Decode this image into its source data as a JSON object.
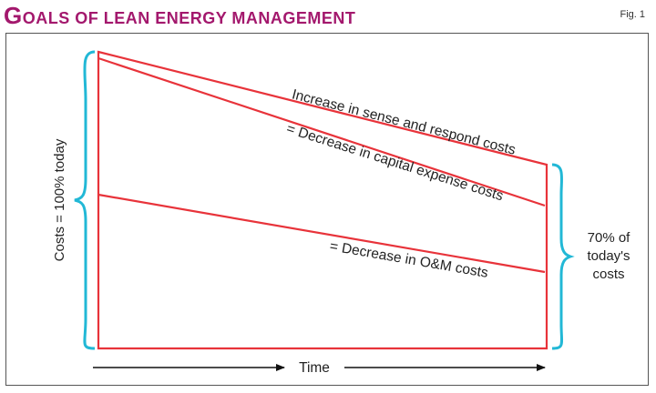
{
  "title": {
    "first_letter": "G",
    "rest": "OALS OF LEAN ENERGY MANAGEMENT"
  },
  "figure_label": "Fig. 1",
  "diagram": {
    "y_axis_label": "Costs = 100% today",
    "right_label_lines": [
      "70% of",
      "today's",
      "costs"
    ],
    "x_axis_label": "Time",
    "line_labels": {
      "sense_respond": "Increase in sense and respond costs",
      "capital": "= Decrease in capital expense costs",
      "om": "= Decrease in O&M costs"
    },
    "colors": {
      "lines": "#e8333a",
      "brackets": "#22b8d6",
      "arrows": "#111111",
      "title": "#a3186d"
    }
  }
}
